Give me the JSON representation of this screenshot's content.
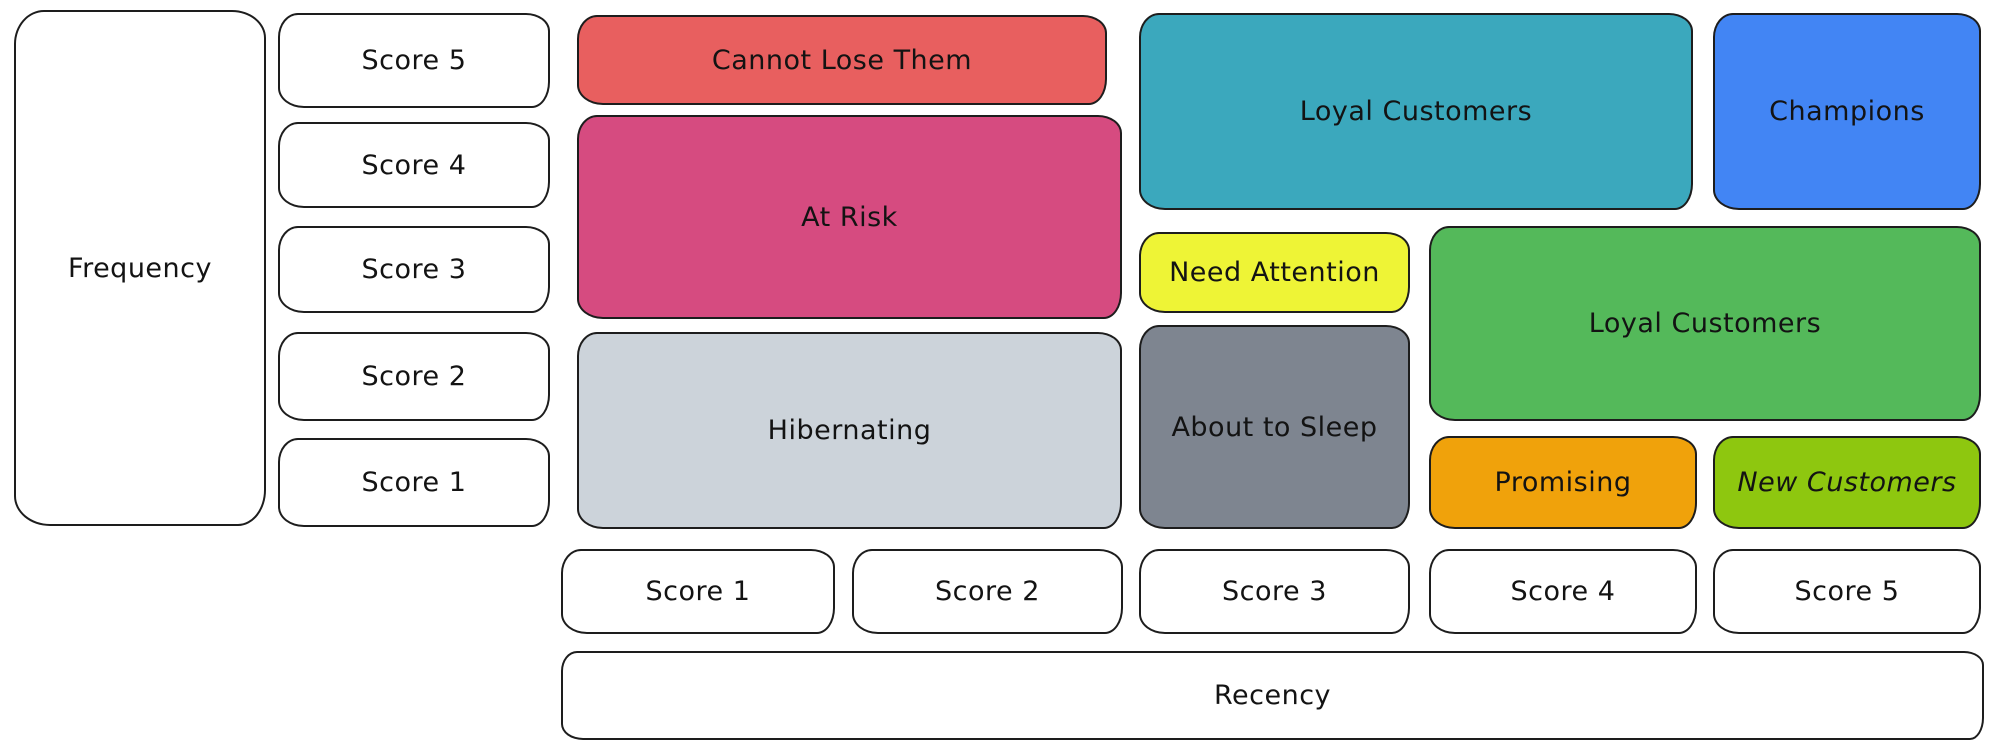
{
  "frequency_axis": {
    "label": "Frequency",
    "scores": [
      "Score 5",
      "Score 4",
      "Score 3",
      "Score 2",
      "Score 1"
    ]
  },
  "recency_axis": {
    "label": "Recency",
    "scores": [
      "Score 1",
      "Score 2",
      "Score 3",
      "Score 4",
      "Score 5"
    ]
  },
  "segments": {
    "cannot_lose_them": {
      "label": "Cannot Lose Them",
      "color": "#e85f5f"
    },
    "at_risk": {
      "label": "At Risk",
      "color": "#d64b80"
    },
    "hibernating": {
      "label": "Hibernating",
      "color": "#ccd3da"
    },
    "loyal_customers_top": {
      "label": "Loyal Customers",
      "color": "#3ba8bd"
    },
    "champions": {
      "label": "Champions",
      "color": "#4285f4"
    },
    "need_attention": {
      "label": "Need Attention",
      "color": "#eef436"
    },
    "loyal_customers_right": {
      "label": "Loyal Customers",
      "color": "#54b95a"
    },
    "about_to_sleep": {
      "label": "About to Sleep",
      "color": "#7e8590"
    },
    "promising": {
      "label": "Promising",
      "color": "#f0a20b"
    },
    "new_customers": {
      "label": "New Customers",
      "color": "#8ec70f"
    }
  }
}
